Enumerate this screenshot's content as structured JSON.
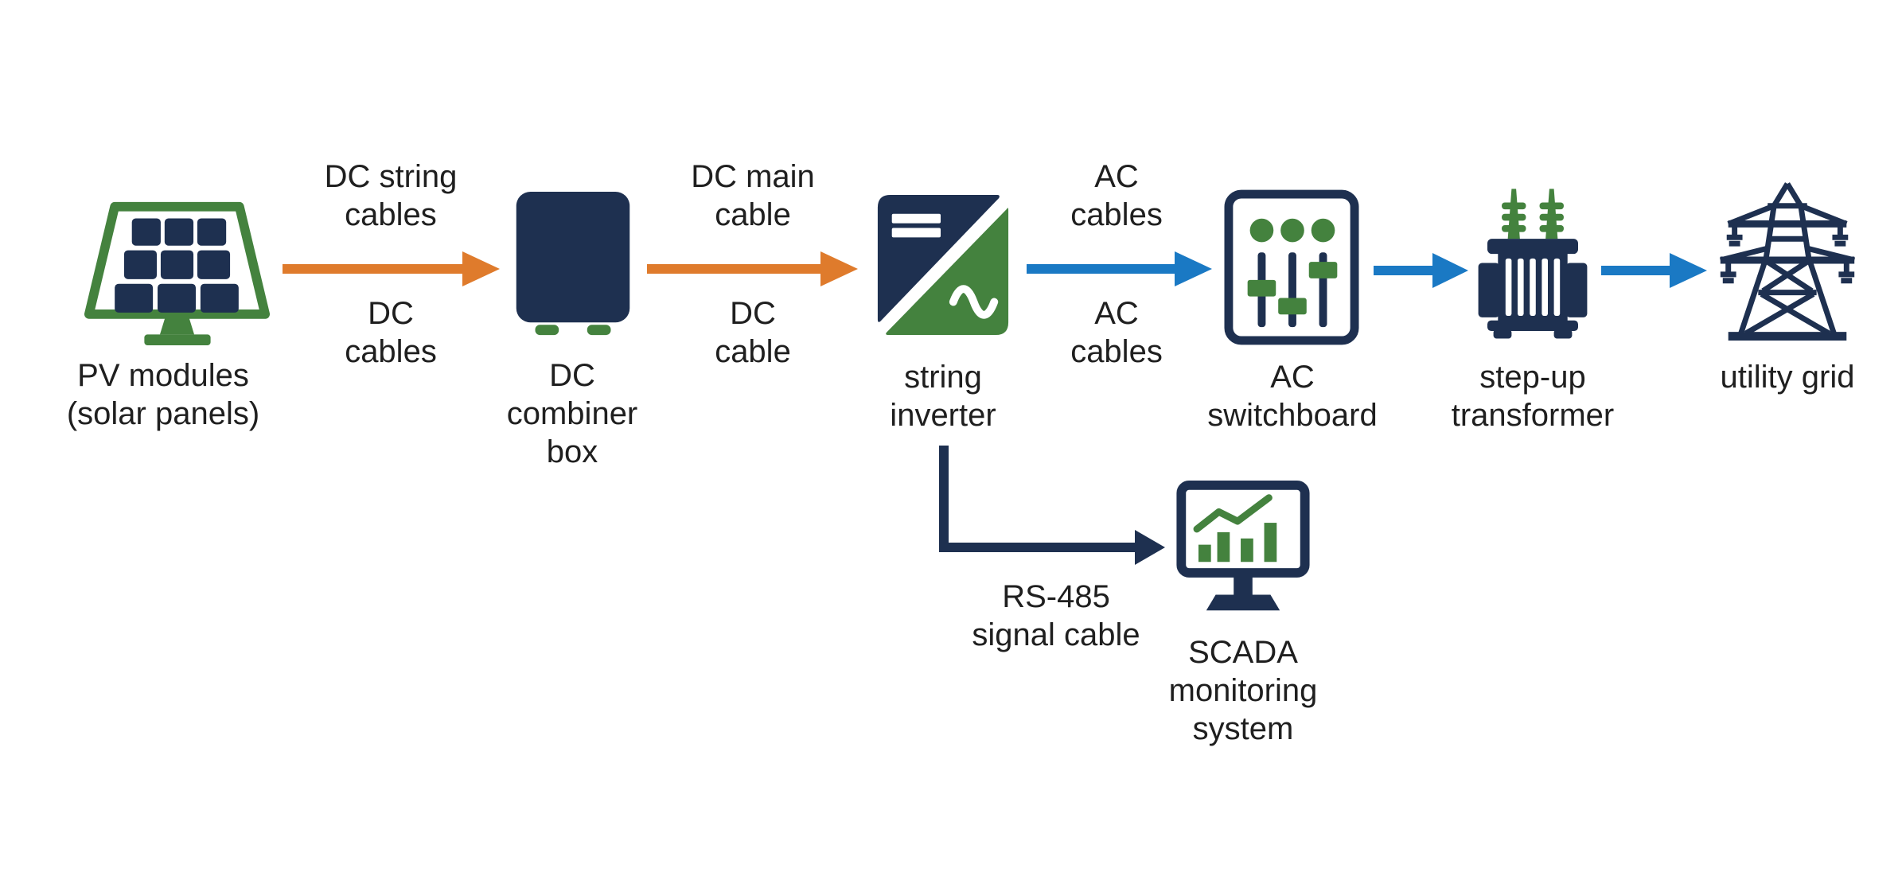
{
  "diagram": {
    "type": "flow-diagram",
    "description_nodes": [
      {
        "id": "pv_modules",
        "label": "PV modules (solar panels)",
        "lines": [
          "PV modules",
          "(solar panels)"
        ],
        "icon": "solar-panel-icon"
      },
      {
        "id": "dc_combiner_box",
        "label": "DC combiner box",
        "lines": [
          "DC",
          "combiner",
          "box"
        ],
        "icon": "combiner-box-icon"
      },
      {
        "id": "string_inverter",
        "label": "string inverter",
        "lines": [
          "string",
          "inverter"
        ],
        "icon": "inverter-icon"
      },
      {
        "id": "ac_switchboard",
        "label": "AC switchboard",
        "lines": [
          "AC",
          "switchboard"
        ],
        "icon": "switchboard-icon"
      },
      {
        "id": "step_up_transformer",
        "label": "step-up transformer",
        "lines": [
          "step-up",
          "transformer"
        ],
        "icon": "transformer-icon"
      },
      {
        "id": "utility_grid",
        "label": "utility grid",
        "lines": [
          "utility grid"
        ],
        "icon": "transmission-tower-icon"
      },
      {
        "id": "scada",
        "label": "SCADA monitoring system",
        "lines": [
          "SCADA",
          "monitoring",
          "system"
        ],
        "icon": "monitor-chart-icon"
      }
    ],
    "edges": [
      {
        "from": "pv_modules",
        "to": "dc_combiner_box",
        "color": "#DF7B2C",
        "label_above": [
          "DC string",
          "cables"
        ],
        "label_below": [
          "DC",
          "cables"
        ]
      },
      {
        "from": "dc_combiner_box",
        "to": "string_inverter",
        "color": "#DF7B2C",
        "label_above": [
          "DC main",
          "cable"
        ],
        "label_below": [
          "DC",
          "cable"
        ]
      },
      {
        "from": "string_inverter",
        "to": "ac_switchboard",
        "color": "#1A79C4",
        "label_above": [
          "AC",
          "cables"
        ],
        "label_below": [
          "AC",
          "cables"
        ]
      },
      {
        "from": "ac_switchboard",
        "to": "step_up_transformer",
        "color": "#1A79C4"
      },
      {
        "from": "step_up_transformer",
        "to": "utility_grid",
        "color": "#1A79C4"
      },
      {
        "from": "string_inverter",
        "to": "scada",
        "color": "#1E3050",
        "label_below": [
          "RS-485",
          "signal cable"
        ]
      }
    ]
  },
  "colors": {
    "arrow_dc_orange": "#DF7B2C",
    "arrow_ac_blue": "#1A79C4",
    "icon_navy": "#1E3050",
    "icon_green": "#44823E",
    "text": "#1F1F1F",
    "background": "#FFFFFF"
  }
}
